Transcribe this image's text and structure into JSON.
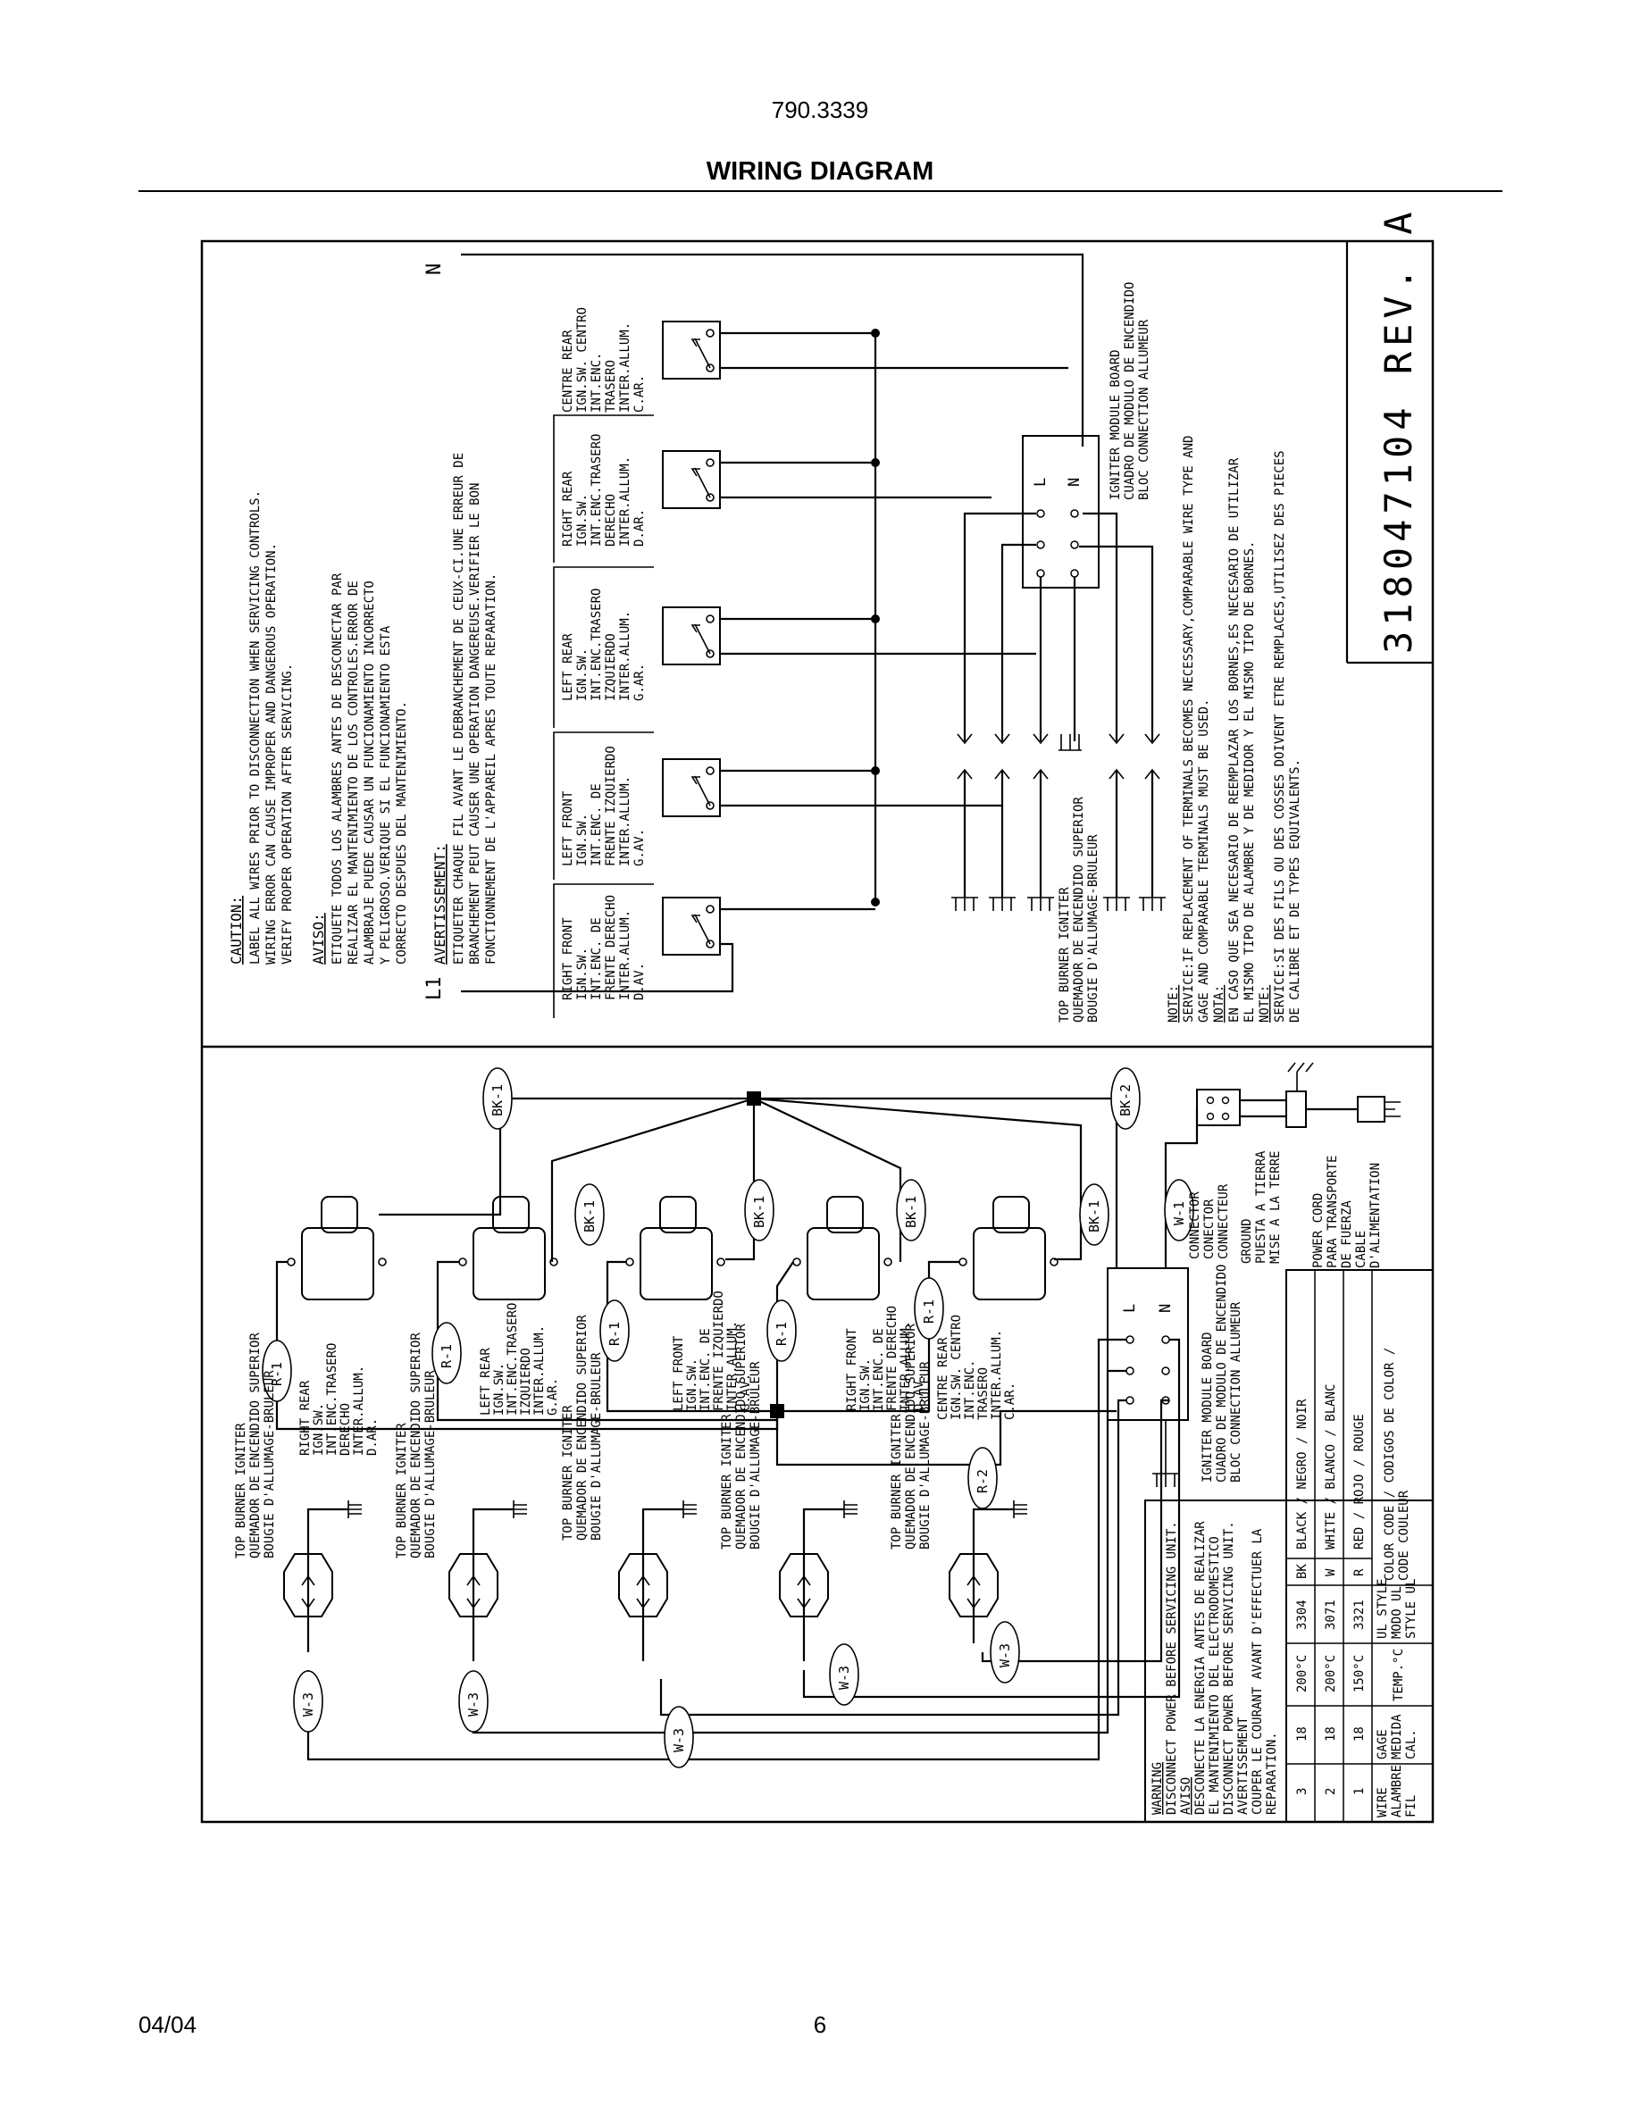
{
  "header": {
    "model_number": "790.3339",
    "title": "WIRING DIAGRAM"
  },
  "footer": {
    "date": "04/04",
    "page": "6"
  },
  "schematic": {
    "part_number": "318047104 REV. A",
    "neutral_label": "N",
    "line_label": "L1",
    "notes_caution": [
      "CAUTION:",
      "LABEL ALL WIRES PRIOR TO DISCONNECTION WHEN SERVICING CONTROLS.",
      "WIRING ERROR CAN CAUSE  IMPROPER AND DANGEROUS OPERATION.",
      "VERIFY PROPER OPERATION AFTER SERVICING."
    ],
    "notes_aviso": [
      "AVISO:",
      "ETIQUETE TODOS LOS ALAMBRES ANTES DE DESCONECTAR PAR",
      "REALIZAR EL MANTENIMIENTO DE LOS CONTROLES.ERROR DE",
      "ALAMBRAJE PUEDE CAUSAR UN FUNCIONAMIENTO INCORRECTO",
      "Y PELIGROSO.VERIQUE SI EL FUNCIONAMIENTO ESTA",
      "CORRECTO DESPUES DEL MANTENIMIENTO."
    ],
    "notes_avertissement": [
      "AVERTISSEMENT:",
      "ETIQUETER CHAQUE FIL AVANT LE DEBRANCHEMENT DE CEUX-CI.UNE ERREUR DE",
      "BRANCHEMENT PEUT CAUSER UNE OPERATION DANGEREUSE.VERIFIER LE BON",
      "FONCTIONNEMENT DE L'APPAREIL APRES TOUTE REPARATION."
    ],
    "switches": [
      {
        "label": [
          "RIGHT FRONT",
          "IGN.SW.",
          "INT.ENC. DE",
          "FRENTE DERECHO",
          "INTER.ALLUM.",
          "D.AV."
        ]
      },
      {
        "label": [
          "LEFT FRONT",
          "IGN.SW.",
          "INT.ENC. DE",
          "FRENTE IZQUIERDO",
          "INTER.ALLUM.",
          "G.AV."
        ]
      },
      {
        "label": [
          "LEFT REAR",
          "IGN.SW.",
          "INT.ENC.TRASERO",
          "IZQUIERDO",
          "INTER.ALLUM.",
          "G.AR."
        ]
      },
      {
        "label": [
          "RIGHT REAR",
          "IGN.SW.",
          "INT.ENC.TRASERO",
          "DERECHO",
          "INTER.ALLUM.",
          "D.AR."
        ]
      },
      {
        "label": [
          "CENTRE REAR",
          "IGN.SW.   CENTRO",
          "INT.ENC.",
          "TRASERO",
          "INTER.ALLUM.",
          "C.AR."
        ]
      }
    ],
    "igniter_module": [
      "IGNITER MODULE BOARD",
      "CUADRO DE MODULO DE ENCENDIDO",
      "BLOC CONNECTION ALLUMEUR"
    ],
    "module_terminals": [
      "L",
      "N"
    ],
    "top_burner_igniter": [
      "TOP BURNER IGNITER",
      "QUEMADOR DE ENCENDIDO SUPERIOR",
      "BOUGIE D'ALLUMAGE-BRULEUR"
    ],
    "service_notes": [
      "NOTE:",
      "SERVICE:IF REPLACEMENT OF TERMINALS BECOMES NECESSARY,COMPARABLE WIRE TYPE AND",
      "GAGE AND COMPARABLE TERMINALS MUST BE USED.",
      "NOTA:",
      "EN CASO QUE SEA NECESARIO DE REEMPLAZAR LOS BORNES,ES NECESARIO DE UTILIZAR",
      "EL MISMO TIPO DE ALAMBRE Y DE MEDIDOR Y EL MISMO TIPO DE BORNES.",
      "NOTE:",
      "SERVICE:SI DES FILS OU DES COSSES DOIVENT ETRE REMPLACES,UTILISEZ DES PIECES",
      "DE CALIBRE ET DE TYPES EQUIVALENTS."
    ]
  },
  "pictorial": {
    "wire_tags": [
      "BK-1",
      "BK-1",
      "BK-1",
      "BK-1",
      "BK-1",
      "BK-2",
      "W-1",
      "R-1",
      "R-1",
      "R-1",
      "R-1",
      "R-1",
      "R-2",
      "W-3",
      "W-3",
      "W-3",
      "W-3",
      "W-3"
    ],
    "switch_labels": [
      [
        "RIGHT REAR",
        "IGN.SW.",
        "INT.ENC.TRASERO",
        "DERECHO",
        "INTER.ALLUM.",
        "D.AR."
      ],
      [
        "LEFT REAR",
        "IGN.SW.",
        "INT.ENC.TRASERO",
        "IZQUIERDO",
        "INTER.ALLUM.",
        "G.AR."
      ],
      [
        "LEFT FRONT",
        "IGN.SW.",
        "INT.ENC.   DE",
        "FRENTE IZQUIERDO",
        "INTER.ALLUM.",
        "G.AV."
      ],
      [
        "RIGHT FRONT",
        "IGN.SW.",
        "INT.ENC.   DE",
        "FRENTE DERECHO",
        "INTER.ALLUM.",
        "D.AV."
      ],
      [
        "CENTRE REAR",
        "IGN.SW.   CENTRO",
        "INT.ENC.",
        "TRASERO",
        "INTER.ALLUM.",
        "C.AR."
      ]
    ],
    "igniter_labels": [
      "TOP BURNER IGNITER",
      "QUEMADOR DE ENCENDIDO SUPERIOR",
      "BOUGIE D'ALLUMAGE-BRULEUR"
    ],
    "module_labels": [
      "IGNITER MODULE BOARD",
      "CUADRO DE MODULO DE ENCENDIDO",
      "BLOC CONNECTION ALLUMEUR"
    ],
    "connector_labels": [
      "CONNECTOR",
      "CONECTOR",
      "CONNECTEUR"
    ],
    "ground_labels": [
      "GROUND",
      "PUESTA A TIERRA",
      "MISE A LA TERRE"
    ],
    "power_cord_labels": [
      "POWER CORD",
      "PARA TRANSPORTE",
      "DE FUERZA",
      "CABLE",
      "D'ALIMENTATION"
    ],
    "warning_text": [
      "WARNING",
      "DISCONNECT POWER BEFORE SERVICING UNIT.",
      "AVISO",
      "DESCONECTE LA ENERGIA ANTES DE REALIZAR",
      "EL MANTENIMIENTO DEL ELECTRODOMESTICO",
      "DISCONNECT POWER BEFORE SERVICING UNIT.",
      "AVERTISSEMENT",
      "COUPER LE COURANT AVANT D'EFFECTUER LA",
      "REPARATION."
    ],
    "wire_table": {
      "headers": [
        [
          "WIRE",
          "ALAMBRE",
          "FIL"
        ],
        [
          "GAGE",
          "MEDIDA",
          "CAL."
        ],
        [
          "TEMP.°C"
        ],
        [
          "UL STYLE",
          "MODO UL",
          "STYLE UL"
        ],
        [
          "COLOR CODE / CODIGOS DE COLOR /",
          "CODE COULEUR"
        ]
      ],
      "rows": [
        [
          "3",
          "18",
          "200°C",
          "3304",
          "BK",
          "BLACK / NEGRO / NOIR"
        ],
        [
          "2",
          "18",
          "200°C",
          "3071",
          "W",
          "WHITE / BLANCO / BLANC"
        ],
        [
          "1",
          "18",
          "150°C",
          "3321",
          "R",
          "RED / ROJO / ROUGE"
        ]
      ]
    }
  }
}
